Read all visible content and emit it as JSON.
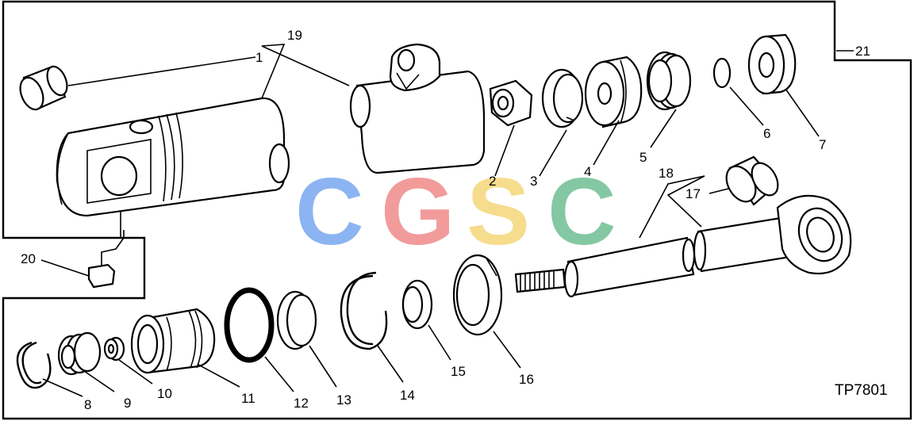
{
  "diagram": {
    "reference": "TP7801",
    "watermark": {
      "letters": [
        "C",
        "G",
        "S",
        "C"
      ],
      "colors": [
        "#7aa7f0",
        "#f08a8a",
        "#f5d77a",
        "#6fbf93"
      ]
    },
    "callouts": [
      "1",
      "2",
      "3",
      "4",
      "5",
      "6",
      "7",
      "8",
      "9",
      "10",
      "11",
      "12",
      "13",
      "14",
      "15",
      "16",
      "17",
      "18",
      "19",
      "20",
      "21"
    ]
  }
}
